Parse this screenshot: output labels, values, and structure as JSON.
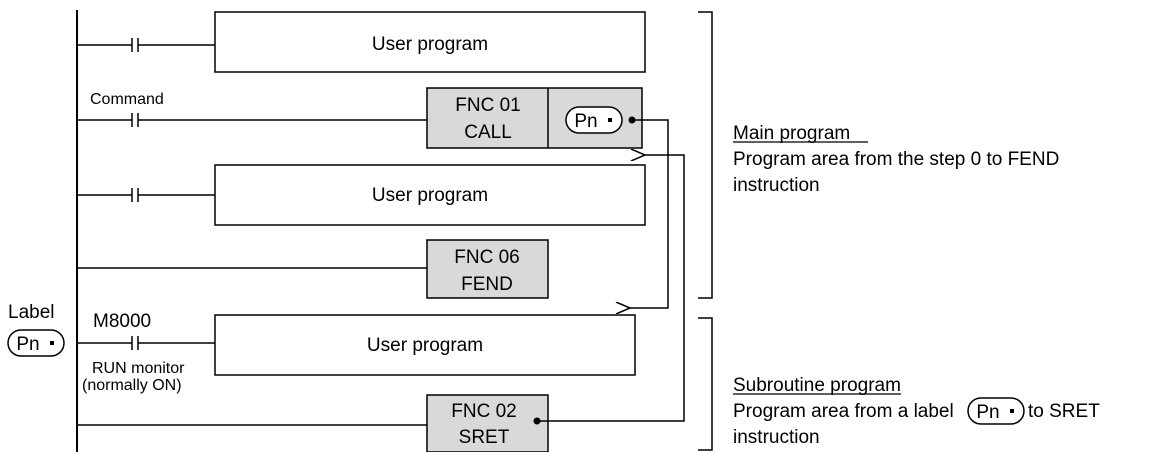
{
  "rungs": {
    "user_program_1": "User program",
    "command_label": "Command",
    "call_box": {
      "line1": "FNC 01",
      "line2": "CALL"
    },
    "pointer": "Pn",
    "user_program_2": "User program",
    "fend_box": {
      "line1": "FNC 06",
      "line2": "FEND"
    },
    "label_caption": "Label",
    "m8000_label": "M8000",
    "user_program_3": "User program",
    "run_monitor": {
      "line1": "RUN monitor",
      "line2": "(normally ON)"
    },
    "sret_box": {
      "line1": "FNC 02",
      "line2": "SRET"
    }
  },
  "annotations": {
    "main": {
      "title": "Main program",
      "line1": "Program area from the step 0 to FEND",
      "line2": "instruction"
    },
    "subroutine": {
      "title": "Subroutine program",
      "line1_prefix": "Program area from a label",
      "line1_suffix": "to SRET",
      "line2": "instruction"
    }
  },
  "colors": {
    "box_fill": "#d9d9d9",
    "line": "#000000"
  }
}
